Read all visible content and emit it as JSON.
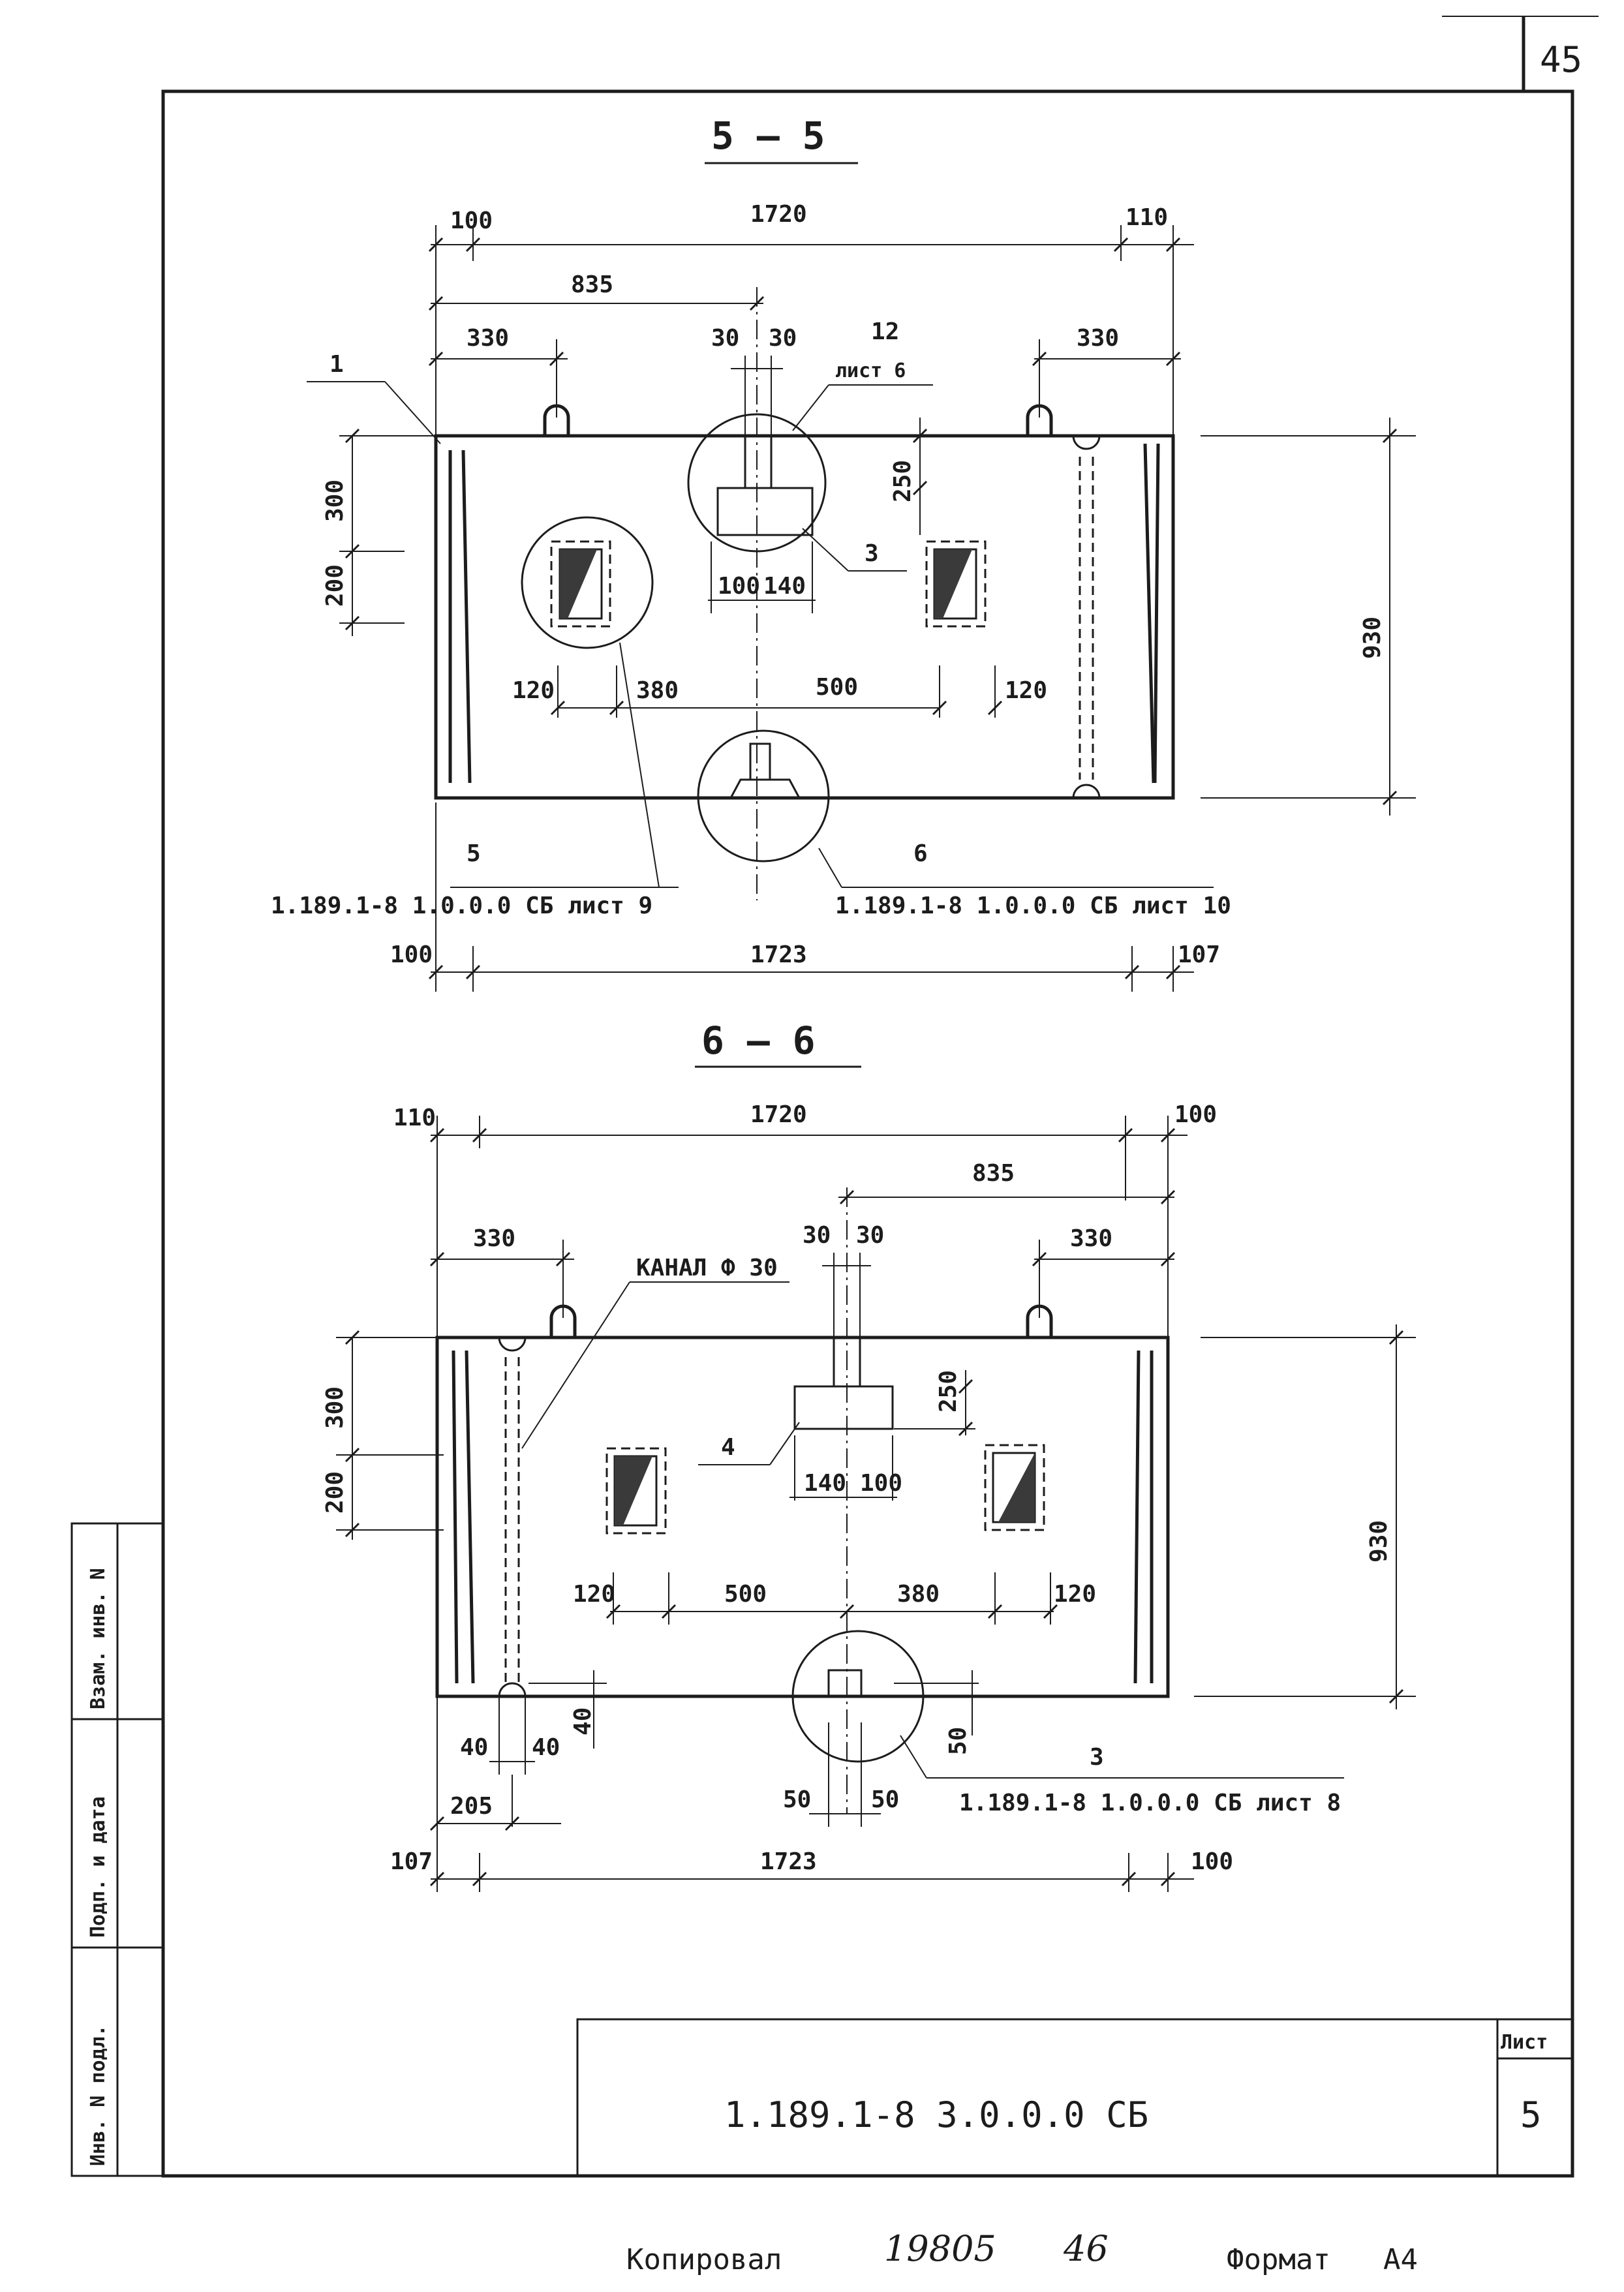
{
  "sheet_number_top": "45",
  "section_55": {
    "title": "5 — 5",
    "dims": {
      "d100_left": "100",
      "d1720": "1720",
      "d110_right": "110",
      "d835": "835",
      "d330_left": "330",
      "d30_a": "30",
      "d30_b": "30",
      "d330_right": "330",
      "d300": "300",
      "d200": "200",
      "d250": "250",
      "d100_b": "100",
      "d140_b": "140",
      "d930": "930",
      "d120_left": "120",
      "d380": "380",
      "d500": "500",
      "d120_right": "120",
      "d100_bottom": "100",
      "d1723": "1723",
      "d107_bottom": "107"
    },
    "callouts": {
      "pos1": "1",
      "pos12": "12",
      "pos12_ref": "лист 6",
      "pos3": "3",
      "node5": "5",
      "node5_ref": "1.189.1-8  1.0.0.0 СБ лист 9",
      "node6": "6",
      "node6_ref": "1.189.1-8  1.0.0.0 СБ лист 10"
    }
  },
  "section_66": {
    "title": "6 — 6",
    "dims": {
      "d110_left": "110",
      "d1720": "1720",
      "d100_right": "100",
      "d835": "835",
      "d330_left": "330",
      "d30_a": "30",
      "d30_b": "30",
      "d330_right": "330",
      "d300": "300",
      "d200": "200",
      "d250": "250",
      "d140": "140",
      "d100": "100",
      "d930": "930",
      "d120_left": "120",
      "d500": "500",
      "d380": "380",
      "d120_right": "120",
      "d40_a": "40",
      "d40_b": "40",
      "d40_c": "40",
      "d50_v": "50",
      "d205": "205",
      "d50_a": "50",
      "d50_b": "50",
      "d107_bottom": "107",
      "d1723": "1723",
      "d100_bottom": "100"
    },
    "callouts": {
      "channel": "КАНАЛ Ф 30",
      "pos4": "4",
      "node3": "3",
      "node3_ref": "1.189.1-8  1.0.0.0 СБ лист 8"
    }
  },
  "side_stamp": {
    "cells": [
      "Инв. N подл.",
      "Подп. и дата",
      "Взам. инв. N"
    ]
  },
  "title_block": {
    "designation": "1.189.1-8  3.0.0.0 СБ",
    "sheet_label": "Лист",
    "sheet_number": "5"
  },
  "footer": {
    "copied_label": "Копировал",
    "order_number": "19805",
    "page_number": "46",
    "format_label": "Формат",
    "format_value": "А4"
  }
}
